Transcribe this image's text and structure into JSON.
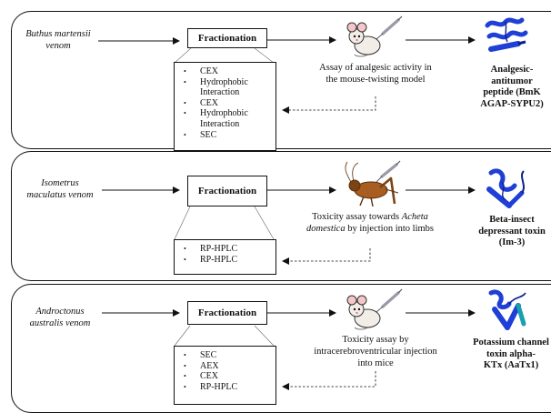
{
  "panels": [
    {
      "source": "Buthus martensii venom",
      "source_lines": [
        "Buthus martensii",
        "venom"
      ],
      "step": "Fractionation",
      "methods": [
        "CEX",
        "Hydrophobic Interaction",
        "CEX",
        "Hydrophobic Interaction",
        "SEC"
      ],
      "assay": {
        "lines": [
          "Assay of analgesic activity in",
          "the mouse-twisting model"
        ]
      },
      "assay_icon": "mouse-icon",
      "product_lines": [
        "Analgesic-",
        "antitumor",
        "peptide (BmK",
        "AGAP-SYPU2)"
      ],
      "structure_icon": "protein-structure-icon"
    },
    {
      "source": "Isometrus maculatus venom",
      "source_lines": [
        "Isometrus",
        "maculatus venom"
      ],
      "step": "Fractionation",
      "methods": [
        "RP-HPLC",
        "RP-HPLC"
      ],
      "assay": {
        "pre": "Toxicity assay towards ",
        "em": "Acheta domestica",
        "post": " by injection into limbs"
      },
      "assay_icon": "cricket-icon",
      "product_lines": [
        "Beta-insect",
        "depressant toxin",
        "(Im-3)"
      ],
      "structure_icon": "protein-structure-icon"
    },
    {
      "source": "Androctonus australis venom",
      "source_lines": [
        "Androctonus",
        "australis venom"
      ],
      "step": "Fractionation",
      "methods": [
        "SEC",
        "AEX",
        "CEX",
        "RP-HPLC"
      ],
      "assay": {
        "lines": [
          "Toxicity assay by",
          "intracerebroventricular injection",
          "into mice"
        ]
      },
      "assay_icon": "mouse-icon",
      "product_lines": [
        "Potassium channel",
        "toxin alpha-",
        "KTx (AaTx1)"
      ],
      "structure_icon": "protein-structure-icon"
    }
  ],
  "colors": {
    "line": "#111111",
    "protein": "#1f3fd6",
    "protein_dark": "#0b1f8a",
    "mouse": "#f2ede6",
    "cricket": "#a85d22",
    "syringe": "#9b9ba8"
  }
}
